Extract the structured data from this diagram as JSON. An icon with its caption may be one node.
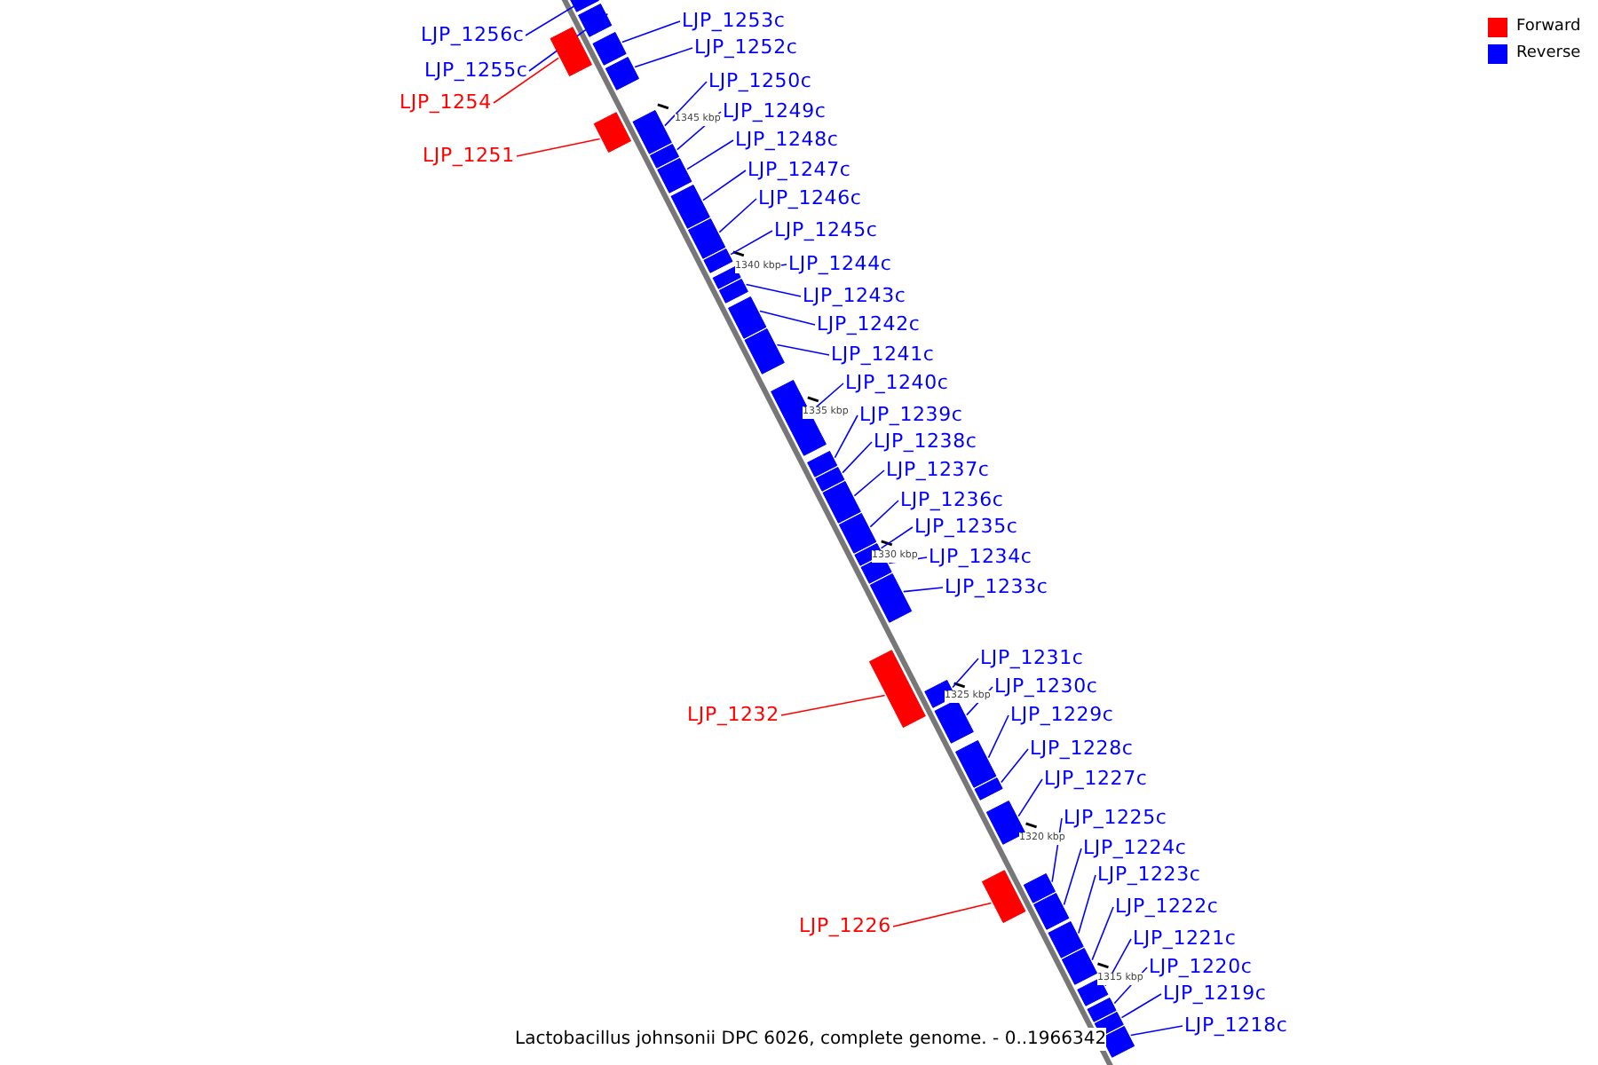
{
  "diagram": {
    "caption": "Lactobacillus johnsonii DPC 6026, complete genome. - 0..1966342",
    "nodes": [
      {
        "text": [
          "LJP_1256c"
        ]
      },
      {
        "text": [],
        "shape": "bar"
      },
      {
        "text": [
          "LJP_1255c"
        ]
      },
      {
        "text": [],
        "shape": "bar"
      },
      {
        "text": [
          "LJP_1254"
        ]
      },
      {
        "text": [],
        "shape": "bar"
      },
      {
        "text": [
          "LJP_1253c"
        ]
      },
      {
        "text": [],
        "shape": "bar"
      },
      {
        "text": [
          "LJP_1252c"
        ]
      },
      {
        "text": [],
        "shape": "bar"
      },
      {
        "text": [
          "LJP_1251"
        ]
      },
      {
        "text": [],
        "shape": "bar"
      },
      {
        "text": [
          "LJP_1250c"
        ]
      },
      {
        "text": [],
        "shape": "bar"
      },
      {
        "text": [
          "LJP_1249c"
        ]
      },
      {
        "text": [],
        "shape": "bar"
      },
      {
        "text": [
          "LJP_1248c"
        ]
      },
      {
        "text": [],
        "shape": "bar"
      },
      {
        "text": [
          "LJP_1247c"
        ]
      },
      {
        "text": [],
        "shape": "bar"
      },
      {
        "text": [
          "LJP_1246c"
        ]
      },
      {
        "text": [],
        "shape": "bar"
      },
      {
        "text": [
          "LJP_1245c"
        ]
      },
      {
        "text": [],
        "shape": "bar"
      },
      {
        "text": [
          "LJP_1244c"
        ]
      },
      {
        "text": [],
        "shape": "bar"
      },
      {
        "text": [
          "LJP_1243c"
        ]
      },
      {
        "text": [],
        "shape": "bar"
      },
      {
        "text": [
          "LJP_1242c"
        ]
      },
      {
        "text": [],
        "shape": "bar"
      },
      {
        "text": [
          "LJP_1241c"
        ]
      },
      {
        "text": [],
        "shape": "bar"
      },
      {
        "text": [
          "LJP_1240c"
        ]
      },
      {
        "text": [],
        "shape": "bar"
      },
      {
        "text": [
          "LJP_1239c"
        ]
      },
      {
        "text": [],
        "shape": "bar"
      },
      {
        "text": [
          "LJP_1238c"
        ]
      },
      {
        "text": [],
        "shape": "bar"
      },
      {
        "text": [
          "LJP_1237c"
        ]
      },
      {
        "text": [],
        "shape": "bar"
      },
      {
        "text": [
          "LJP_1236c"
        ]
      },
      {
        "text": [],
        "shape": "bar"
      },
      {
        "text": [
          "LJP_1235c"
        ]
      },
      {
        "text": [],
        "shape": "bar"
      },
      {
        "text": [
          "LJP_1234c"
        ]
      },
      {
        "text": [],
        "shape": "bar"
      },
      {
        "text": [
          "LJP_1233c"
        ]
      },
      {
        "text": [],
        "shape": "bar"
      },
      {
        "text": [
          "LJP_1232"
        ]
      },
      {
        "text": [],
        "shape": "bar"
      },
      {
        "text": [
          "LJP_1231c"
        ]
      },
      {
        "text": [],
        "shape": "bar"
      },
      {
        "text": [
          "LJP_1230c"
        ]
      },
      {
        "text": [],
        "shape": "bar"
      },
      {
        "text": [
          "LJP_1229c"
        ]
      },
      {
        "text": [],
        "shape": "bar"
      },
      {
        "text": [
          "LJP_1228c"
        ]
      },
      {
        "text": [],
        "shape": "bar"
      },
      {
        "text": [
          "LJP_1227c"
        ]
      },
      {
        "text": [],
        "shape": "bar"
      },
      {
        "text": [
          "LJP_1226"
        ]
      },
      {
        "text": [],
        "shape": "bar"
      },
      {
        "text": [
          "LJP_1225c"
        ]
      },
      {
        "text": [],
        "shape": "bar"
      },
      {
        "text": [
          "LJP_1224c"
        ]
      },
      {
        "text": [],
        "shape": "bar"
      },
      {
        "text": [
          "LJP_1223c"
        ]
      },
      {
        "text": [],
        "shape": "bar"
      },
      {
        "text": [
          "LJP_1222c"
        ]
      },
      {
        "text": [],
        "shape": "bar"
      },
      {
        "text": [
          "LJP_1221c"
        ]
      },
      {
        "text": [],
        "shape": "bar"
      },
      {
        "text": [
          "LJP_1220c"
        ]
      },
      {
        "text": [],
        "shape": "bar"
      },
      {
        "text": [
          "LJP_1219c"
        ]
      },
      {
        "text": [],
        "shape": "bar"
      },
      {
        "text": [
          "LJP_1218c"
        ]
      },
      {
        "text": [],
        "shape": "bar"
      }
    ],
    "edges": [
      {
        "from": 0,
        "to": 1,
        "arrow": "none"
      },
      {
        "from": 2,
        "to": 3,
        "arrow": "none"
      },
      {
        "from": 4,
        "to": 5,
        "arrow": "none",
        "color": "#ff0000"
      },
      {
        "from": 6,
        "to": 7,
        "arrow": "none"
      },
      {
        "from": 8,
        "to": 9,
        "arrow": "none"
      },
      {
        "from": 10,
        "to": 11,
        "arrow": "none",
        "color": "#ff0000"
      },
      {
        "from": 12,
        "to": 13,
        "arrow": "none"
      },
      {
        "from": 14,
        "to": 15,
        "arrow": "none"
      },
      {
        "from": 16,
        "to": 17,
        "arrow": "none"
      },
      {
        "from": 18,
        "to": 19,
        "arrow": "none"
      },
      {
        "from": 20,
        "to": 21,
        "arrow": "none"
      },
      {
        "from": 22,
        "to": 23,
        "arrow": "none"
      },
      {
        "from": 24,
        "to": 25,
        "arrow": "none"
      },
      {
        "from": 26,
        "to": 27,
        "arrow": "none"
      },
      {
        "from": 28,
        "to": 29,
        "arrow": "none"
      },
      {
        "from": 30,
        "to": 31,
        "arrow": "none"
      },
      {
        "from": 32,
        "to": 33,
        "arrow": "none"
      },
      {
        "from": 34,
        "to": 35,
        "arrow": "none"
      },
      {
        "from": 36,
        "to": 37,
        "arrow": "none"
      },
      {
        "from": 38,
        "to": 39,
        "arrow": "none"
      },
      {
        "from": 40,
        "to": 41,
        "arrow": "none"
      },
      {
        "from": 42,
        "to": 43,
        "arrow": "none"
      },
      {
        "from": 44,
        "to": 45,
        "arrow": "none"
      },
      {
        "from": 46,
        "to": 47,
        "arrow": "none"
      },
      {
        "from": 48,
        "to": 49,
        "arrow": "none",
        "color": "#ff0000"
      },
      {
        "from": 50,
        "to": 51,
        "arrow": "none"
      },
      {
        "from": 52,
        "to": 53,
        "arrow": "none"
      },
      {
        "from": 54,
        "to": 55,
        "arrow": "none"
      },
      {
        "from": 56,
        "to": 57,
        "arrow": "none"
      },
      {
        "from": 58,
        "to": 59,
        "arrow": "none"
      },
      {
        "from": 60,
        "to": 61,
        "arrow": "none",
        "color": "#ff0000"
      },
      {
        "from": 62,
        "to": 63,
        "arrow": "none"
      },
      {
        "from": 64,
        "to": 65,
        "arrow": "none"
      },
      {
        "from": 66,
        "to": 67,
        "arrow": "none"
      },
      {
        "from": 68,
        "to": 69,
        "arrow": "none"
      },
      {
        "from": 70,
        "to": 71,
        "arrow": "none"
      },
      {
        "from": 72,
        "to": 73,
        "arrow": "none"
      },
      {
        "from": 74,
        "to": 75,
        "arrow": "none"
      },
      {
        "from": 76,
        "to": 77,
        "arrow": "none"
      }
    ],
    "labels": [
      "1345 kbp",
      "1340 kbp",
      "1335 kbp",
      "1330 kbp",
      "1325 kbp",
      "1320 kbp",
      "1315 kbp"
    ],
    "legend": [
      {
        "text": "Forward",
        "color": "#ff0000"
      },
      {
        "text": "Reverse",
        "color": "#0000ff"
      }
    ]
  }
}
